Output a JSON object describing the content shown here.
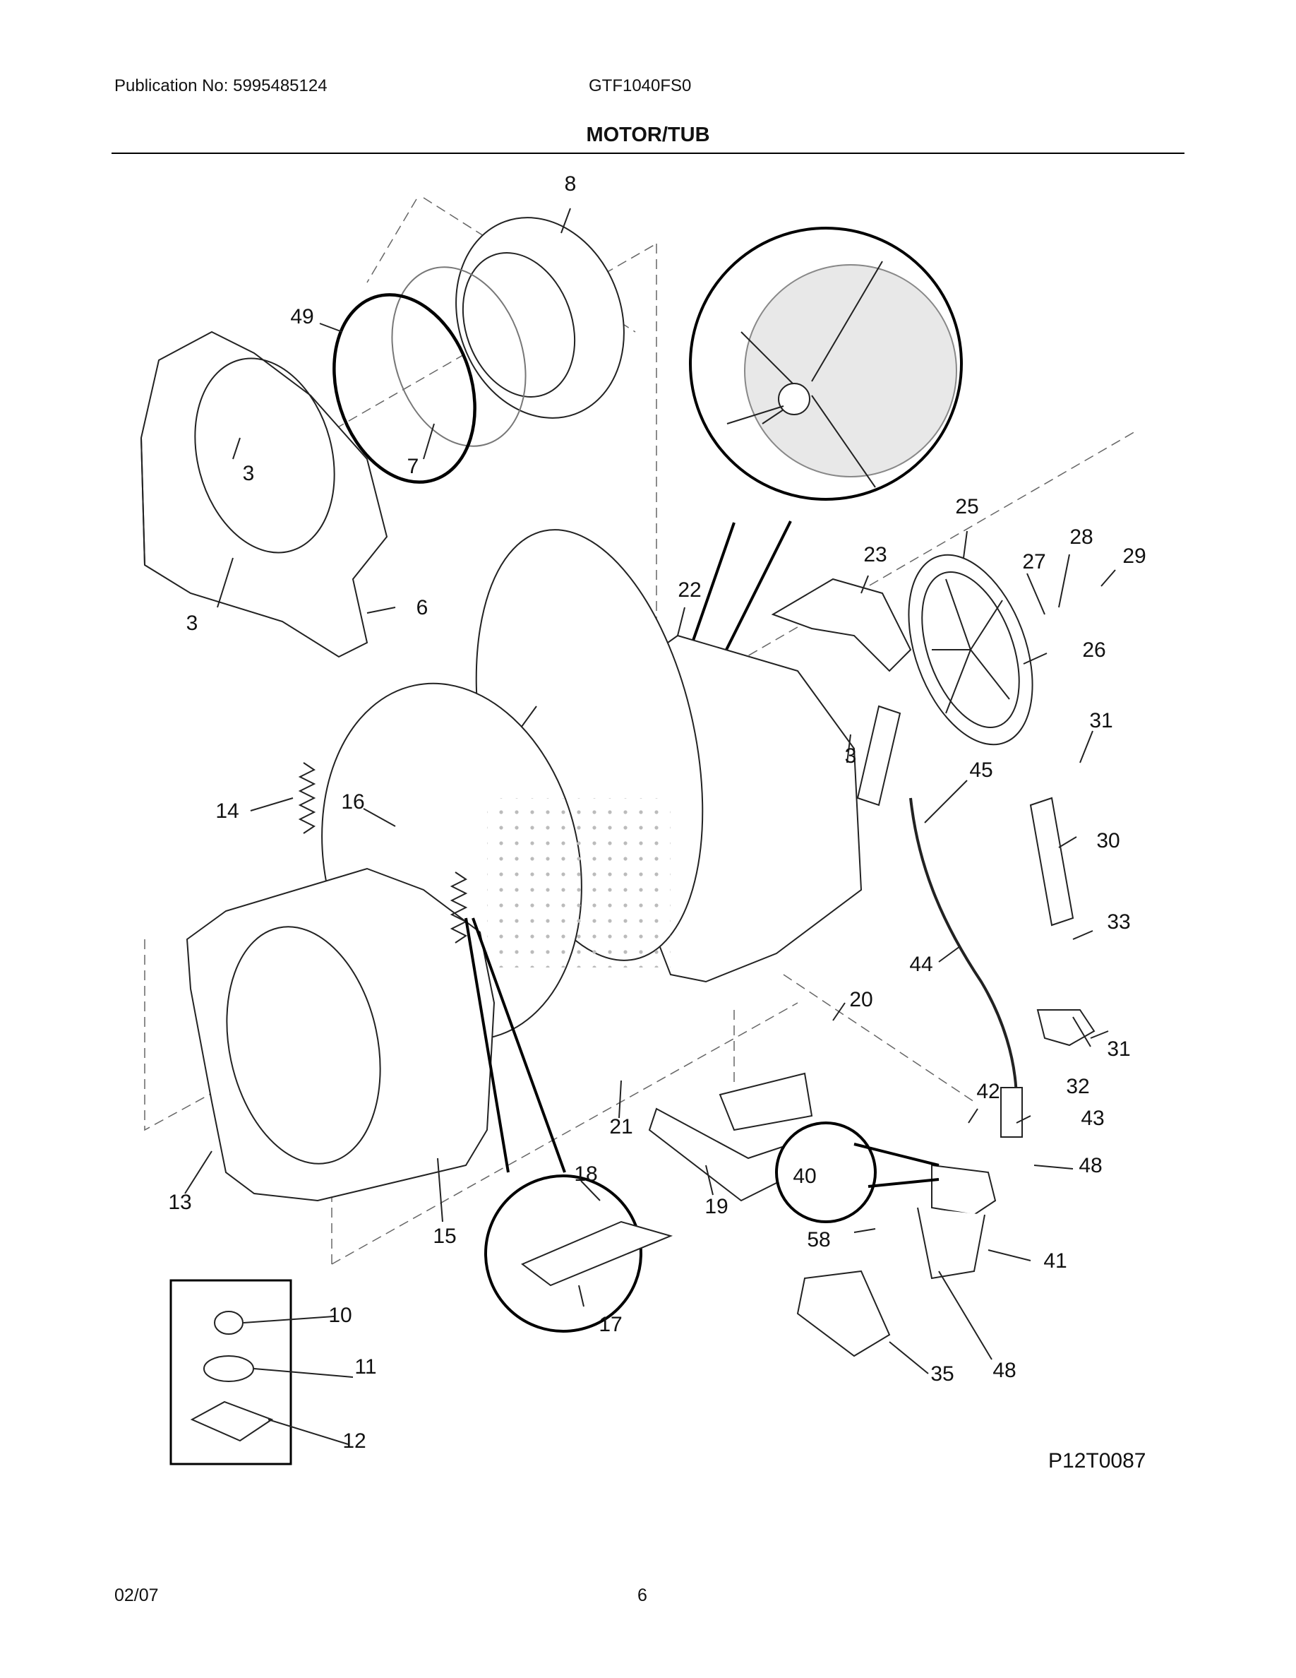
{
  "header": {
    "publication": "Publication No: 5995485124",
    "model": "GTF1040FS0",
    "section_title": "MOTOR/TUB"
  },
  "diagram": {
    "drawing_code": "P12T0087",
    "callouts": [
      "8",
      "49",
      "7",
      "3",
      "3",
      "6",
      "25",
      "28",
      "29",
      "27",
      "23",
      "22",
      "26",
      "31",
      "3",
      "45",
      "14",
      "16",
      "30",
      "33",
      "44",
      "20",
      "31",
      "32",
      "42",
      "43",
      "48",
      "40",
      "21",
      "18",
      "19",
      "13",
      "15",
      "58",
      "41",
      "10",
      "17",
      "35",
      "48",
      "11",
      "12"
    ]
  },
  "footer": {
    "date": "02/07",
    "page": "6"
  }
}
